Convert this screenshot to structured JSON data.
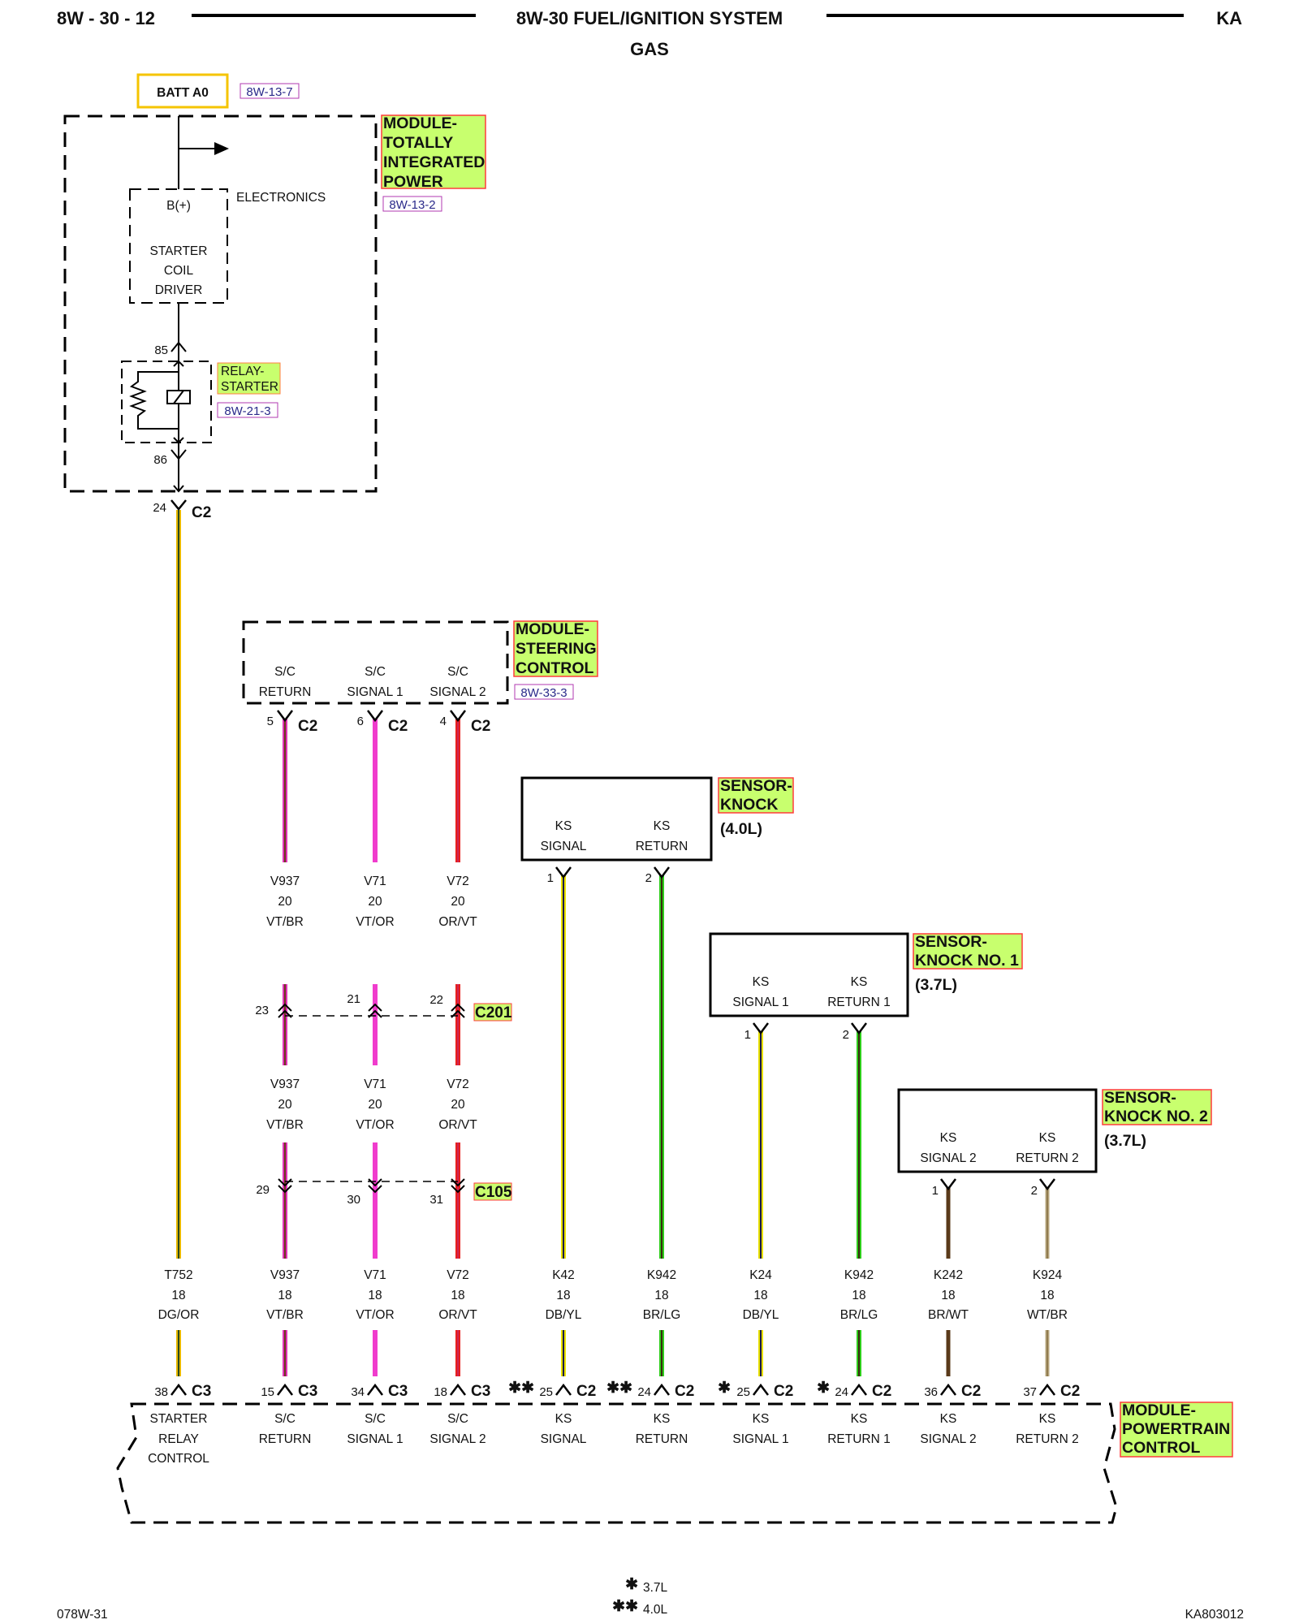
{
  "header": {
    "page_code": "8W - 30 - 12",
    "title": "8W-30 FUEL/IGNITION SYSTEM",
    "subtitle": "GAS",
    "model": "KA"
  },
  "power": {
    "label": "BATT A0",
    "ref": "8W-13-7"
  },
  "tipm": {
    "name": [
      "MODULE-",
      "TOTALLY",
      "INTEGRATED",
      "POWER"
    ],
    "ref": "8W-13-2",
    "electronics_label": "ELECTRONICS",
    "bplus_label": "B(+)",
    "driver_label": [
      "STARTER",
      "COIL",
      "DRIVER"
    ],
    "relay_name": [
      "RELAY-",
      "STARTER"
    ],
    "relay_ref": "8W-21-3",
    "pin_85": "85",
    "pin_86": "86",
    "out_pin": "24",
    "out_conn": "C2"
  },
  "steering_module": {
    "name": [
      "MODULE-",
      "STEERING",
      "CONTROL"
    ],
    "ref": "8W-33-3",
    "terminals": [
      [
        "S/C",
        "RETURN"
      ],
      [
        "S/C",
        "SIGNAL 1"
      ],
      [
        "S/C",
        "SIGNAL 2"
      ]
    ]
  },
  "sensor_40": {
    "name": [
      "SENSOR-",
      "KNOCK"
    ],
    "variant": "(4.0L)",
    "terminals": [
      [
        "KS",
        "SIGNAL"
      ],
      [
        "KS",
        "RETURN"
      ]
    ]
  },
  "sensor_37_1": {
    "name": [
      "SENSOR-",
      "KNOCK NO. 1"
    ],
    "variant": "(3.7L)",
    "terminals": [
      [
        "KS",
        "SIGNAL 1"
      ],
      [
        "KS",
        "RETURN 1"
      ]
    ]
  },
  "sensor_37_2": {
    "name": [
      "SENSOR-",
      "KNOCK NO. 2"
    ],
    "variant": "(3.7L)",
    "terminals": [
      [
        "KS",
        "SIGNAL 2"
      ],
      [
        "KS",
        "RETURN 2"
      ]
    ]
  },
  "pcm": {
    "name": [
      "MODULE-",
      "POWERTRAIN",
      "CONTROL"
    ],
    "terminals": [
      [
        "STARTER",
        "RELAY",
        "CONTROL"
      ],
      [
        "S/C",
        "RETURN"
      ],
      [
        "S/C",
        "SIGNAL 1"
      ],
      [
        "S/C",
        "SIGNAL 2"
      ],
      [
        "KS",
        "SIGNAL"
      ],
      [
        "KS",
        "RETURN"
      ],
      [
        "KS",
        "SIGNAL 1"
      ],
      [
        "KS",
        "RETURN 1"
      ],
      [
        "KS",
        "SIGNAL 2"
      ],
      [
        "KS",
        "RETURN 2"
      ]
    ]
  },
  "inline_connectors": [
    "C201",
    "C105"
  ],
  "wires": [
    {
      "id": "T752",
      "gauge_top": "18",
      "colors": "DG/OR",
      "color1": "#e8b800",
      "color2": "#2a4a1a",
      "src_pin": "24",
      "src_conn": "C2",
      "dst_pin": "38",
      "dst_conn": "C3",
      "mark": ""
    },
    {
      "id_top": "V937",
      "gauge_upper": "20",
      "color_upper": "VT/BR",
      "c201_pin": "23",
      "c105_pin": "29",
      "id_mid": "V937",
      "gauge_mid": "20",
      "color_mid": "VT/BR",
      "id": "V937",
      "gauge_top": "18",
      "colors": "VT/BR",
      "color1": "#e033b8",
      "color2": "#6a3a1a",
      "src_pin": "5",
      "src_conn": "C2",
      "dst_pin": "15",
      "dst_conn": "C3",
      "mark": ""
    },
    {
      "id_top": "V71",
      "gauge_upper": "20",
      "color_upper": "VT/OR",
      "c201_pin": "21",
      "c105_pin": "30",
      "id_mid": "V71",
      "gauge_mid": "20",
      "color_mid": "VT/OR",
      "id": "V71",
      "gauge_top": "18",
      "colors": "VT/OR",
      "color1": "#f03ccd",
      "color2": "#f26a1a",
      "src_pin": "6",
      "src_conn": "C2",
      "dst_pin": "34",
      "dst_conn": "C3",
      "mark": ""
    },
    {
      "id_top": "V72",
      "gauge_upper": "20",
      "color_upper": "OR/VT",
      "c201_pin": "22",
      "c105_pin": "31",
      "id_mid": "V72",
      "gauge_mid": "20",
      "color_mid": "OR/VT",
      "id": "V72",
      "gauge_top": "18",
      "colors": "OR/VT",
      "color1": "#e8201c",
      "color2": "#b02a8a",
      "src_pin": "4",
      "src_conn": "C2",
      "dst_pin": "18",
      "dst_conn": "C3",
      "mark": ""
    },
    {
      "id": "K42",
      "gauge_top": "18",
      "colors": "DB/YL",
      "color1": "#e8e000",
      "color2": "#1a1a4a",
      "src_pin": "1",
      "dst_pin": "25",
      "dst_conn": "C2",
      "mark": "✱✱"
    },
    {
      "id": "K942",
      "gauge_top": "18",
      "colors": "BR/LG",
      "color1": "#2ecc1a",
      "color2": "#3a2a10",
      "src_pin": "2",
      "dst_pin": "24",
      "dst_conn": "C2",
      "mark": "✱✱"
    },
    {
      "id": "K24",
      "gauge_top": "18",
      "colors": "DB/YL",
      "color1": "#e8e000",
      "color2": "#1a1a4a",
      "src_pin": "1",
      "dst_pin": "25",
      "dst_conn": "C2",
      "mark": "✱"
    },
    {
      "id": "K942",
      "gauge_top": "18",
      "colors": "BR/LG",
      "color1": "#2ecc1a",
      "color2": "#3a2a10",
      "src_pin": "2",
      "dst_pin": "24",
      "dst_conn": "C2",
      "mark": "✱"
    },
    {
      "id": "K242",
      "gauge_top": "18",
      "colors": "BR/WT",
      "color1": "#5a3a1a",
      "color2": "#3a2010",
      "src_pin": "1",
      "dst_pin": "36",
      "dst_conn": "C2",
      "mark": ""
    },
    {
      "id": "K924",
      "gauge_top": "18",
      "colors": "WT/BR",
      "color1": "#b8a880",
      "color2": "#6a5020",
      "src_pin": "2",
      "dst_pin": "37",
      "dst_conn": "C2",
      "mark": ""
    }
  ],
  "legend": [
    {
      "mark": "✱",
      "text": "3.7L"
    },
    {
      "mark": "✱✱",
      "text": "4.0L"
    }
  ],
  "footer": {
    "left": "078W-31",
    "right": "KA803012"
  },
  "colors": {
    "highlight": "#c8ff6e",
    "highlight_border": "#ff3b3b",
    "batt_border": "#f5c400"
  }
}
